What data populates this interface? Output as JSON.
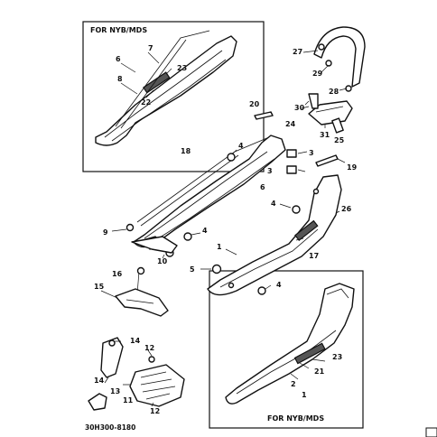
{
  "figure_code": "30H300-8180",
  "inset_boxes": [
    {
      "title": "FOR NYB/MDS"
    },
    {
      "title": "FOR NYB/MDS"
    }
  ],
  "callouts": [
    {
      "label": "6"
    },
    {
      "label": "7"
    },
    {
      "label": "23"
    },
    {
      "label": "8"
    },
    {
      "label": "22"
    },
    {
      "label": "27"
    },
    {
      "label": "29"
    },
    {
      "label": "28"
    },
    {
      "label": "20"
    },
    {
      "label": "30"
    },
    {
      "label": "24"
    },
    {
      "label": "31"
    },
    {
      "label": "25"
    },
    {
      "label": "18"
    },
    {
      "label": "4"
    },
    {
      "label": "3"
    },
    {
      "label": "3"
    },
    {
      "label": "6"
    },
    {
      "label": "19"
    },
    {
      "label": "4"
    },
    {
      "label": "26"
    },
    {
      "label": "9"
    },
    {
      "label": "4"
    },
    {
      "label": "1"
    },
    {
      "label": "17"
    },
    {
      "label": "10"
    },
    {
      "label": "5"
    },
    {
      "label": "4"
    },
    {
      "label": "16"
    },
    {
      "label": "15"
    },
    {
      "label": "14"
    },
    {
      "label": "12"
    },
    {
      "label": "14"
    },
    {
      "label": "13"
    },
    {
      "label": "11"
    },
    {
      "label": "12"
    },
    {
      "label": "23"
    },
    {
      "label": "21"
    },
    {
      "label": "2"
    },
    {
      "label": "1"
    }
  ]
}
